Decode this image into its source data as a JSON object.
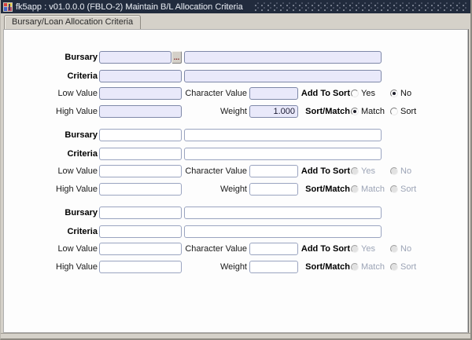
{
  "window": {
    "title": "fk5app : v01.0.0.0 (FBLO-2) Maintain B/L Allocation Criteria",
    "app_icon": "java-forms-app-icon",
    "titlebar_color": "#212b3d"
  },
  "tab": {
    "label": "Bursary/Loan Allocation Criteria"
  },
  "labels": {
    "bursary": "Bursary",
    "criteria": "Criteria",
    "low_value": "Low Value",
    "high_value": "High Value",
    "character_value": "Character Value",
    "weight": "Weight",
    "add_to_sort": "Add To Sort",
    "sort_match": "Sort/Match",
    "yes": "Yes",
    "no": "No",
    "match": "Match",
    "sort": "Sort",
    "lov_button": "..."
  },
  "colors": {
    "current_record_field": "#e9e9fa",
    "field_border": "#9aa4c0",
    "disabled_text": "#9ca4b6",
    "lov_dots": "#7a1616"
  },
  "sections": [
    {
      "enabled": true,
      "has_lov_button": true,
      "values": {
        "bursary_code": "",
        "bursary_desc": "",
        "criteria_code": "",
        "criteria_desc": "",
        "low_value": "",
        "high_value": "",
        "character_value": "",
        "weight": "1.000"
      },
      "radios": {
        "add_to_sort": "No",
        "sort_match": "Match"
      }
    },
    {
      "enabled": false,
      "has_lov_button": false,
      "values": {
        "bursary_code": "",
        "bursary_desc": "",
        "criteria_code": "",
        "criteria_desc": "",
        "low_value": "",
        "high_value": "",
        "character_value": "",
        "weight": ""
      },
      "radios": {
        "add_to_sort": "",
        "sort_match": ""
      }
    },
    {
      "enabled": false,
      "has_lov_button": false,
      "values": {
        "bursary_code": "",
        "bursary_desc": "",
        "criteria_code": "",
        "criteria_desc": "",
        "low_value": "",
        "high_value": "",
        "character_value": "",
        "weight": ""
      },
      "radios": {
        "add_to_sort": "",
        "sort_match": ""
      }
    }
  ]
}
